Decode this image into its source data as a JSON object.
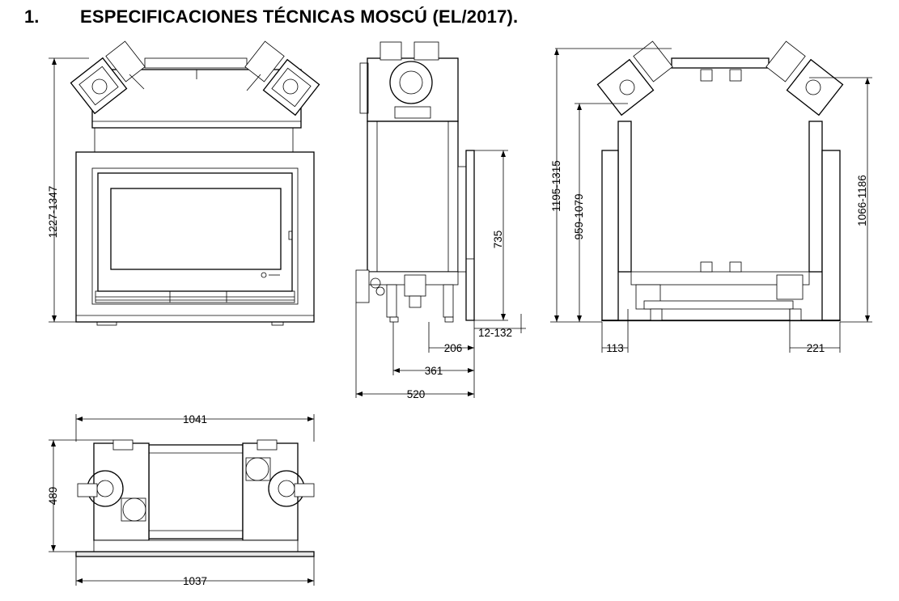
{
  "heading": {
    "number": "1.",
    "title": "ESPECIFICACIONES TÉCNICAS MOSCÚ (EL/2017)."
  },
  "front_view": {
    "height_dim": "1227-1347"
  },
  "side_view": {
    "glass_height_dim": "735",
    "frame_offset_dim": "12-132",
    "depth_206": "206",
    "depth_361": "361",
    "depth_520": "520"
  },
  "rear_view": {
    "height_1195": "1195-1315",
    "height_959": "959-1079",
    "height_1066": "1066-1186",
    "left_offset": "113",
    "right_offset": "221"
  },
  "top_view": {
    "top_width": "1041",
    "depth": "489",
    "bottom_width": "1037"
  }
}
